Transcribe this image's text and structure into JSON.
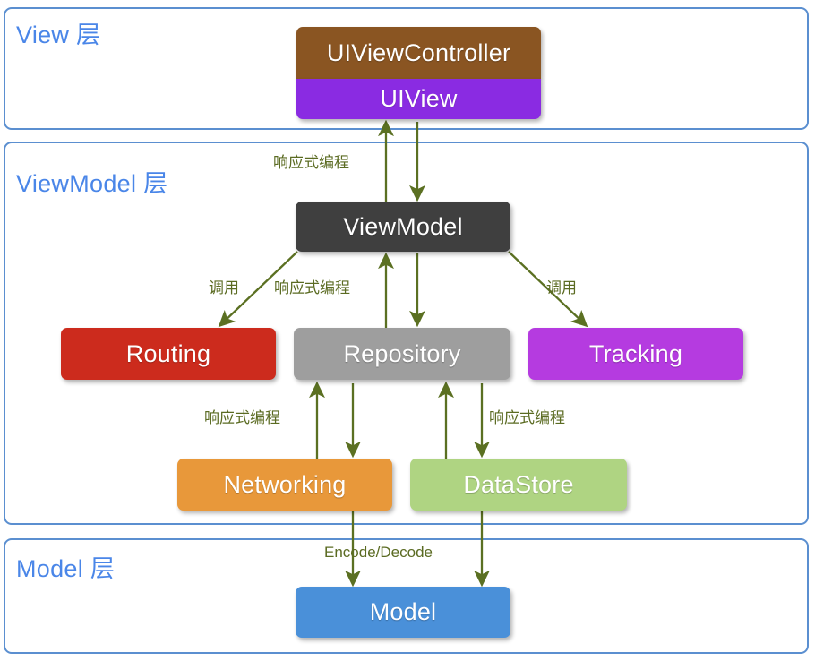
{
  "diagram": {
    "title": "MVVM iOS architecture layer diagram",
    "background": "#ffffff",
    "frame_border_color": "#5b8fd0",
    "layer_label_color": "#4a86e8",
    "arrow_color": "#5b7022",
    "edge_label_color": "#5b6b22"
  },
  "layers": [
    {
      "id": "view",
      "label": "View 层"
    },
    {
      "id": "viewmodel",
      "label": "ViewModel 层"
    },
    {
      "id": "model",
      "label": "Model 层"
    }
  ],
  "nodes": [
    {
      "id": "uiviewcontroller",
      "label": "UIViewController",
      "color": "#8a5522",
      "layer": "view"
    },
    {
      "id": "uiview",
      "label": "UIView",
      "color": "#8a2be2",
      "layer": "view"
    },
    {
      "id": "viewmodel",
      "label": "ViewModel",
      "color": "#3f3f3f",
      "layer": "viewmodel"
    },
    {
      "id": "routing",
      "label": "Routing",
      "color": "#cc2b1d",
      "layer": "viewmodel"
    },
    {
      "id": "repository",
      "label": "Repository",
      "color": "#9e9e9e",
      "layer": "viewmodel"
    },
    {
      "id": "tracking",
      "label": "Tracking",
      "color": "#b53be0",
      "layer": "viewmodel"
    },
    {
      "id": "networking",
      "label": "Networking",
      "color": "#e8983a",
      "layer": "viewmodel"
    },
    {
      "id": "datastore",
      "label": "DataStore",
      "color": "#afd482",
      "layer": "viewmodel"
    },
    {
      "id": "model",
      "label": "Model",
      "color": "#4a90d9",
      "layer": "model"
    }
  ],
  "edge_labels": [
    {
      "id": "view-vm-reactive",
      "text": "响应式编程"
    },
    {
      "id": "vm-routing-call",
      "text": "调用"
    },
    {
      "id": "vm-repo-reactive",
      "text": "响应式编程"
    },
    {
      "id": "vm-tracking-call",
      "text": "调用"
    },
    {
      "id": "repo-networking-reactive",
      "text": "响应式编程"
    },
    {
      "id": "repo-datastore-reactive",
      "text": "响应式编程"
    },
    {
      "id": "encode-decode",
      "text": "Encode/Decode"
    }
  ]
}
